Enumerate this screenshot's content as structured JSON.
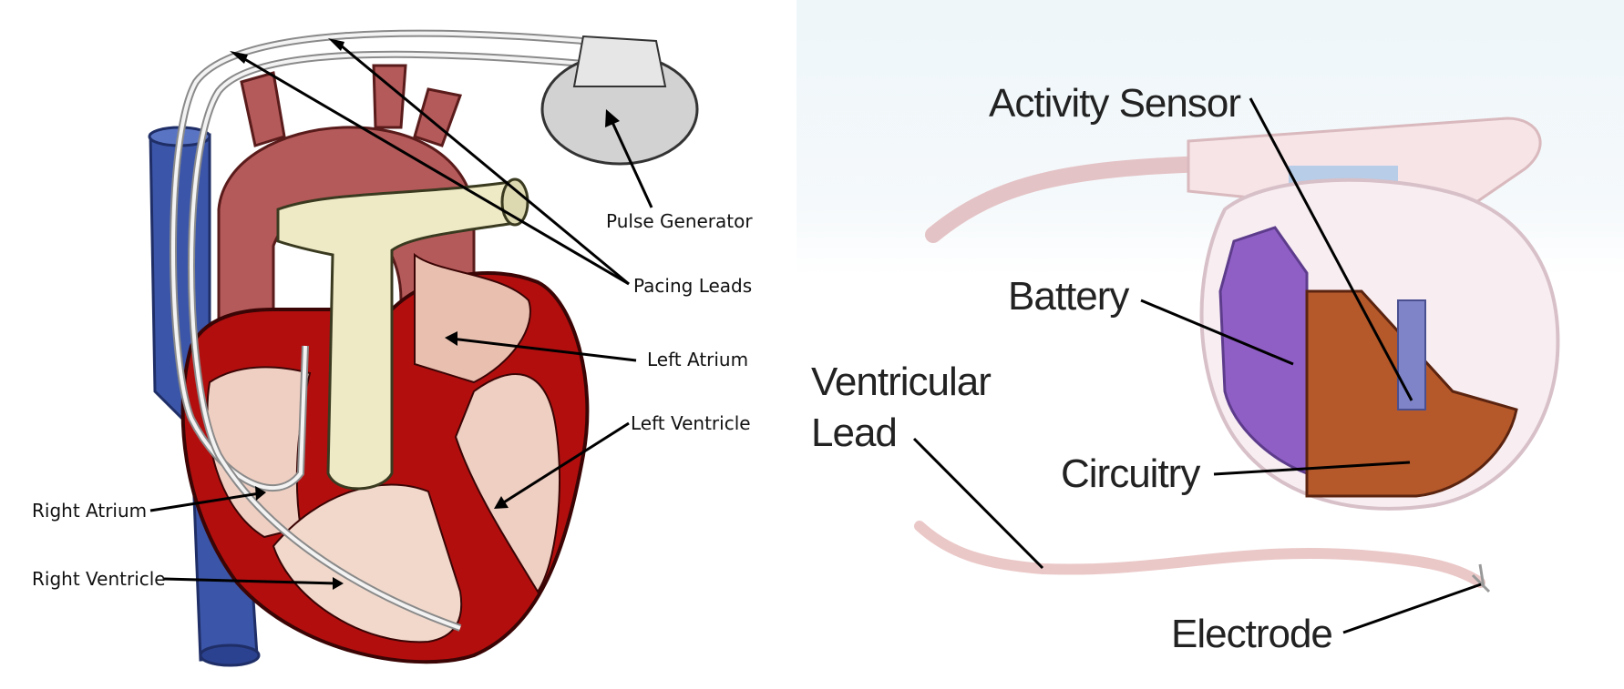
{
  "left_diagram": {
    "labels": {
      "pulse_generator": "Pulse Generator",
      "pacing_leads": "Pacing Leads",
      "left_atrium": "Left Atrium",
      "left_ventricle": "Left Ventricle",
      "right_atrium": "Right Atrium",
      "right_ventricle": "Right Ventricle"
    }
  },
  "right_diagram": {
    "labels": {
      "activity_sensor": "Activity Sensor",
      "battery": "Battery",
      "ventricular_lead_line1": "Ventricular",
      "ventricular_lead_line2": "Lead",
      "circuitry": "Circuitry",
      "electrode": "Electrode"
    }
  }
}
